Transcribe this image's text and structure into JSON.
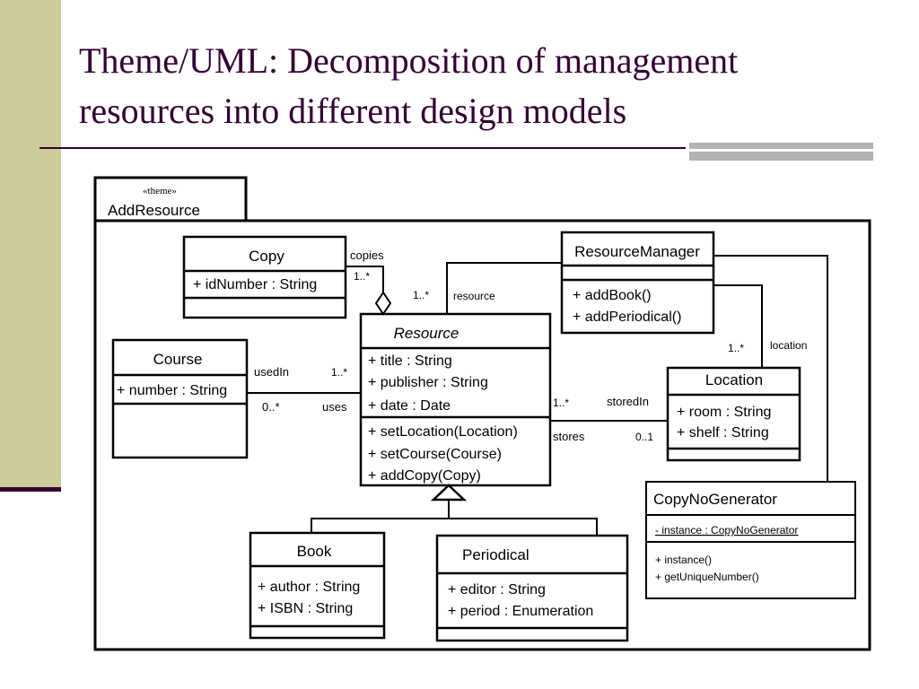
{
  "slide": {
    "title_line1": "Theme/UML: Decomposition of management",
    "title_line2": "resources into different design models"
  },
  "diagram": {
    "stereotype": "«theme»",
    "package_name": "AddResource",
    "classes": {
      "copy": {
        "name": "Copy",
        "attributes": [
          "+ idNumber : String"
        ],
        "operations": []
      },
      "course": {
        "name": "Course",
        "attributes": [
          "+ number : String"
        ],
        "operations": []
      },
      "resource": {
        "name": "Resource",
        "attributes": [
          "+ title : String",
          "+ publisher : String",
          "+ date : Date"
        ],
        "operations": [
          "+ setLocation(Location)",
          "+ setCourse(Course)",
          "+ addCopy(Copy)"
        ]
      },
      "resource_manager": {
        "name": "ResourceManager",
        "attributes": [],
        "operations": [
          "+ addBook()",
          "+ addPeriodical()"
        ]
      },
      "location": {
        "name": "Location",
        "attributes": [
          "+ room : String",
          "+ shelf : String"
        ],
        "operations": []
      },
      "copy_no_generator": {
        "name": "CopyNoGenerator",
        "attributes": [
          "- instance : CopyNoGenerator"
        ],
        "operations": [
          "+ instance()",
          "+ getUniqueNumber()"
        ]
      },
      "book": {
        "name": "Book",
        "attributes": [
          "+ author : String",
          "+ ISBN : String"
        ],
        "operations": []
      },
      "periodical": {
        "name": "Periodical",
        "attributes": [
          "+ editor : String",
          "+ period : Enumeration"
        ],
        "operations": []
      }
    },
    "assoc_labels": {
      "copies": "copies",
      "copies_mult": "1..*",
      "resource_mult": "1..*",
      "resource_role": "resource",
      "usedin": "usedIn",
      "usedin_mult": "1..*",
      "uses_mult": "0..*",
      "uses": "uses",
      "storedin_mult": "1..*",
      "storedin": "storedIn",
      "stores": "stores",
      "stores_mult": "0..1",
      "location_mult": "1..*",
      "location_role": "location"
    }
  }
}
